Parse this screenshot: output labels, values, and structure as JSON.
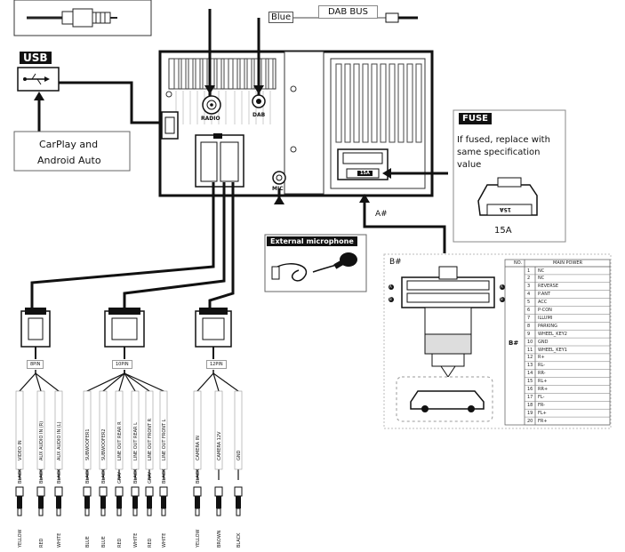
{
  "labels": {
    "usb": "USB",
    "carplay_line1": "CarPlay and",
    "carplay_line2": "Android Auto",
    "radio": "RADIO",
    "dab": "DAB",
    "dab_wire_color": "Blue",
    "dab_bus": "DAB BUS",
    "mic": "MIC",
    "external_mic": "External microphone",
    "fuse_title": "FUSE",
    "fuse_text_line1": "If fused, replace with",
    "fuse_text_line2": "same specification",
    "fuse_text_line3": "value",
    "fuse_value": "15A",
    "fuse_chip": "15A",
    "fuse_slot": "15A",
    "a_sharp": "A#",
    "b_sharp_panel": "B#",
    "b_sharp_table": "B#",
    "marker_a": "A",
    "marker_b": "B"
  },
  "harness": {
    "h1_pins": "8PIN",
    "h2_pins": "10PIN",
    "h3_pins": "12PIN",
    "h1_wires": [
      {
        "name": "VIDEO IN",
        "wire": "BLACK",
        "plug": "YELLOW"
      },
      {
        "name": "AUX AUDIO IN (R)",
        "wire": "BLACK",
        "plug": "RED"
      },
      {
        "name": "AUX AUDIO IN (L)",
        "wire": "BLACK",
        "plug": "WHITE"
      }
    ],
    "h2_wires": [
      {
        "name": "SUBWOOFER1",
        "wire": "BLACK",
        "plug": "BLUE"
      },
      {
        "name": "SUBWOOFER2",
        "wire": "BLACK",
        "plug": "BLUE"
      },
      {
        "name": "LINE OUT REAR R",
        "wire": "GRAY",
        "plug": "RED"
      },
      {
        "name": "LINE OUT REAR L",
        "wire": "BLACK",
        "plug": "WHITE"
      },
      {
        "name": "LINE OUT FRONT R",
        "wire": "GRAY",
        "plug": "RED"
      },
      {
        "name": "LINE OUT FRONT L",
        "wire": "BLACK",
        "plug": "WHITE"
      }
    ],
    "h3_wires": [
      {
        "name": "CAMERA IN",
        "wire": "BLACK",
        "plug": "YELLOW"
      },
      {
        "name": "CAMERA 12V",
        "wire": "",
        "plug": "BROWN"
      },
      {
        "name": "GND",
        "wire": "",
        "plug": "BLACK"
      }
    ]
  },
  "power_table": {
    "header_no": "NO.",
    "header_main": "MAIN POWER",
    "rows": [
      {
        "no": "1",
        "name": "NC"
      },
      {
        "no": "2",
        "name": "NC"
      },
      {
        "no": "3",
        "name": "REVERSE"
      },
      {
        "no": "4",
        "name": "P.ANT"
      },
      {
        "no": "5",
        "name": "ACC"
      },
      {
        "no": "6",
        "name": "P-CON"
      },
      {
        "no": "7",
        "name": "ILLUMI"
      },
      {
        "no": "8",
        "name": "PARKING"
      },
      {
        "no": "9",
        "name": "WHEEL_KEY2"
      },
      {
        "no": "10",
        "name": "GND"
      },
      {
        "no": "11",
        "name": "WHEEL_KEY1"
      },
      {
        "no": "12",
        "name": "R+"
      },
      {
        "no": "13",
        "name": "RL-"
      },
      {
        "no": "14",
        "name": "RR-"
      },
      {
        "no": "15",
        "name": "RL+"
      },
      {
        "no": "16",
        "name": "RR+"
      },
      {
        "no": "17",
        "name": "FL-"
      },
      {
        "no": "18",
        "name": "FR-"
      },
      {
        "no": "19",
        "name": "FL+"
      },
      {
        "no": "20",
        "name": "FR+"
      }
    ]
  }
}
